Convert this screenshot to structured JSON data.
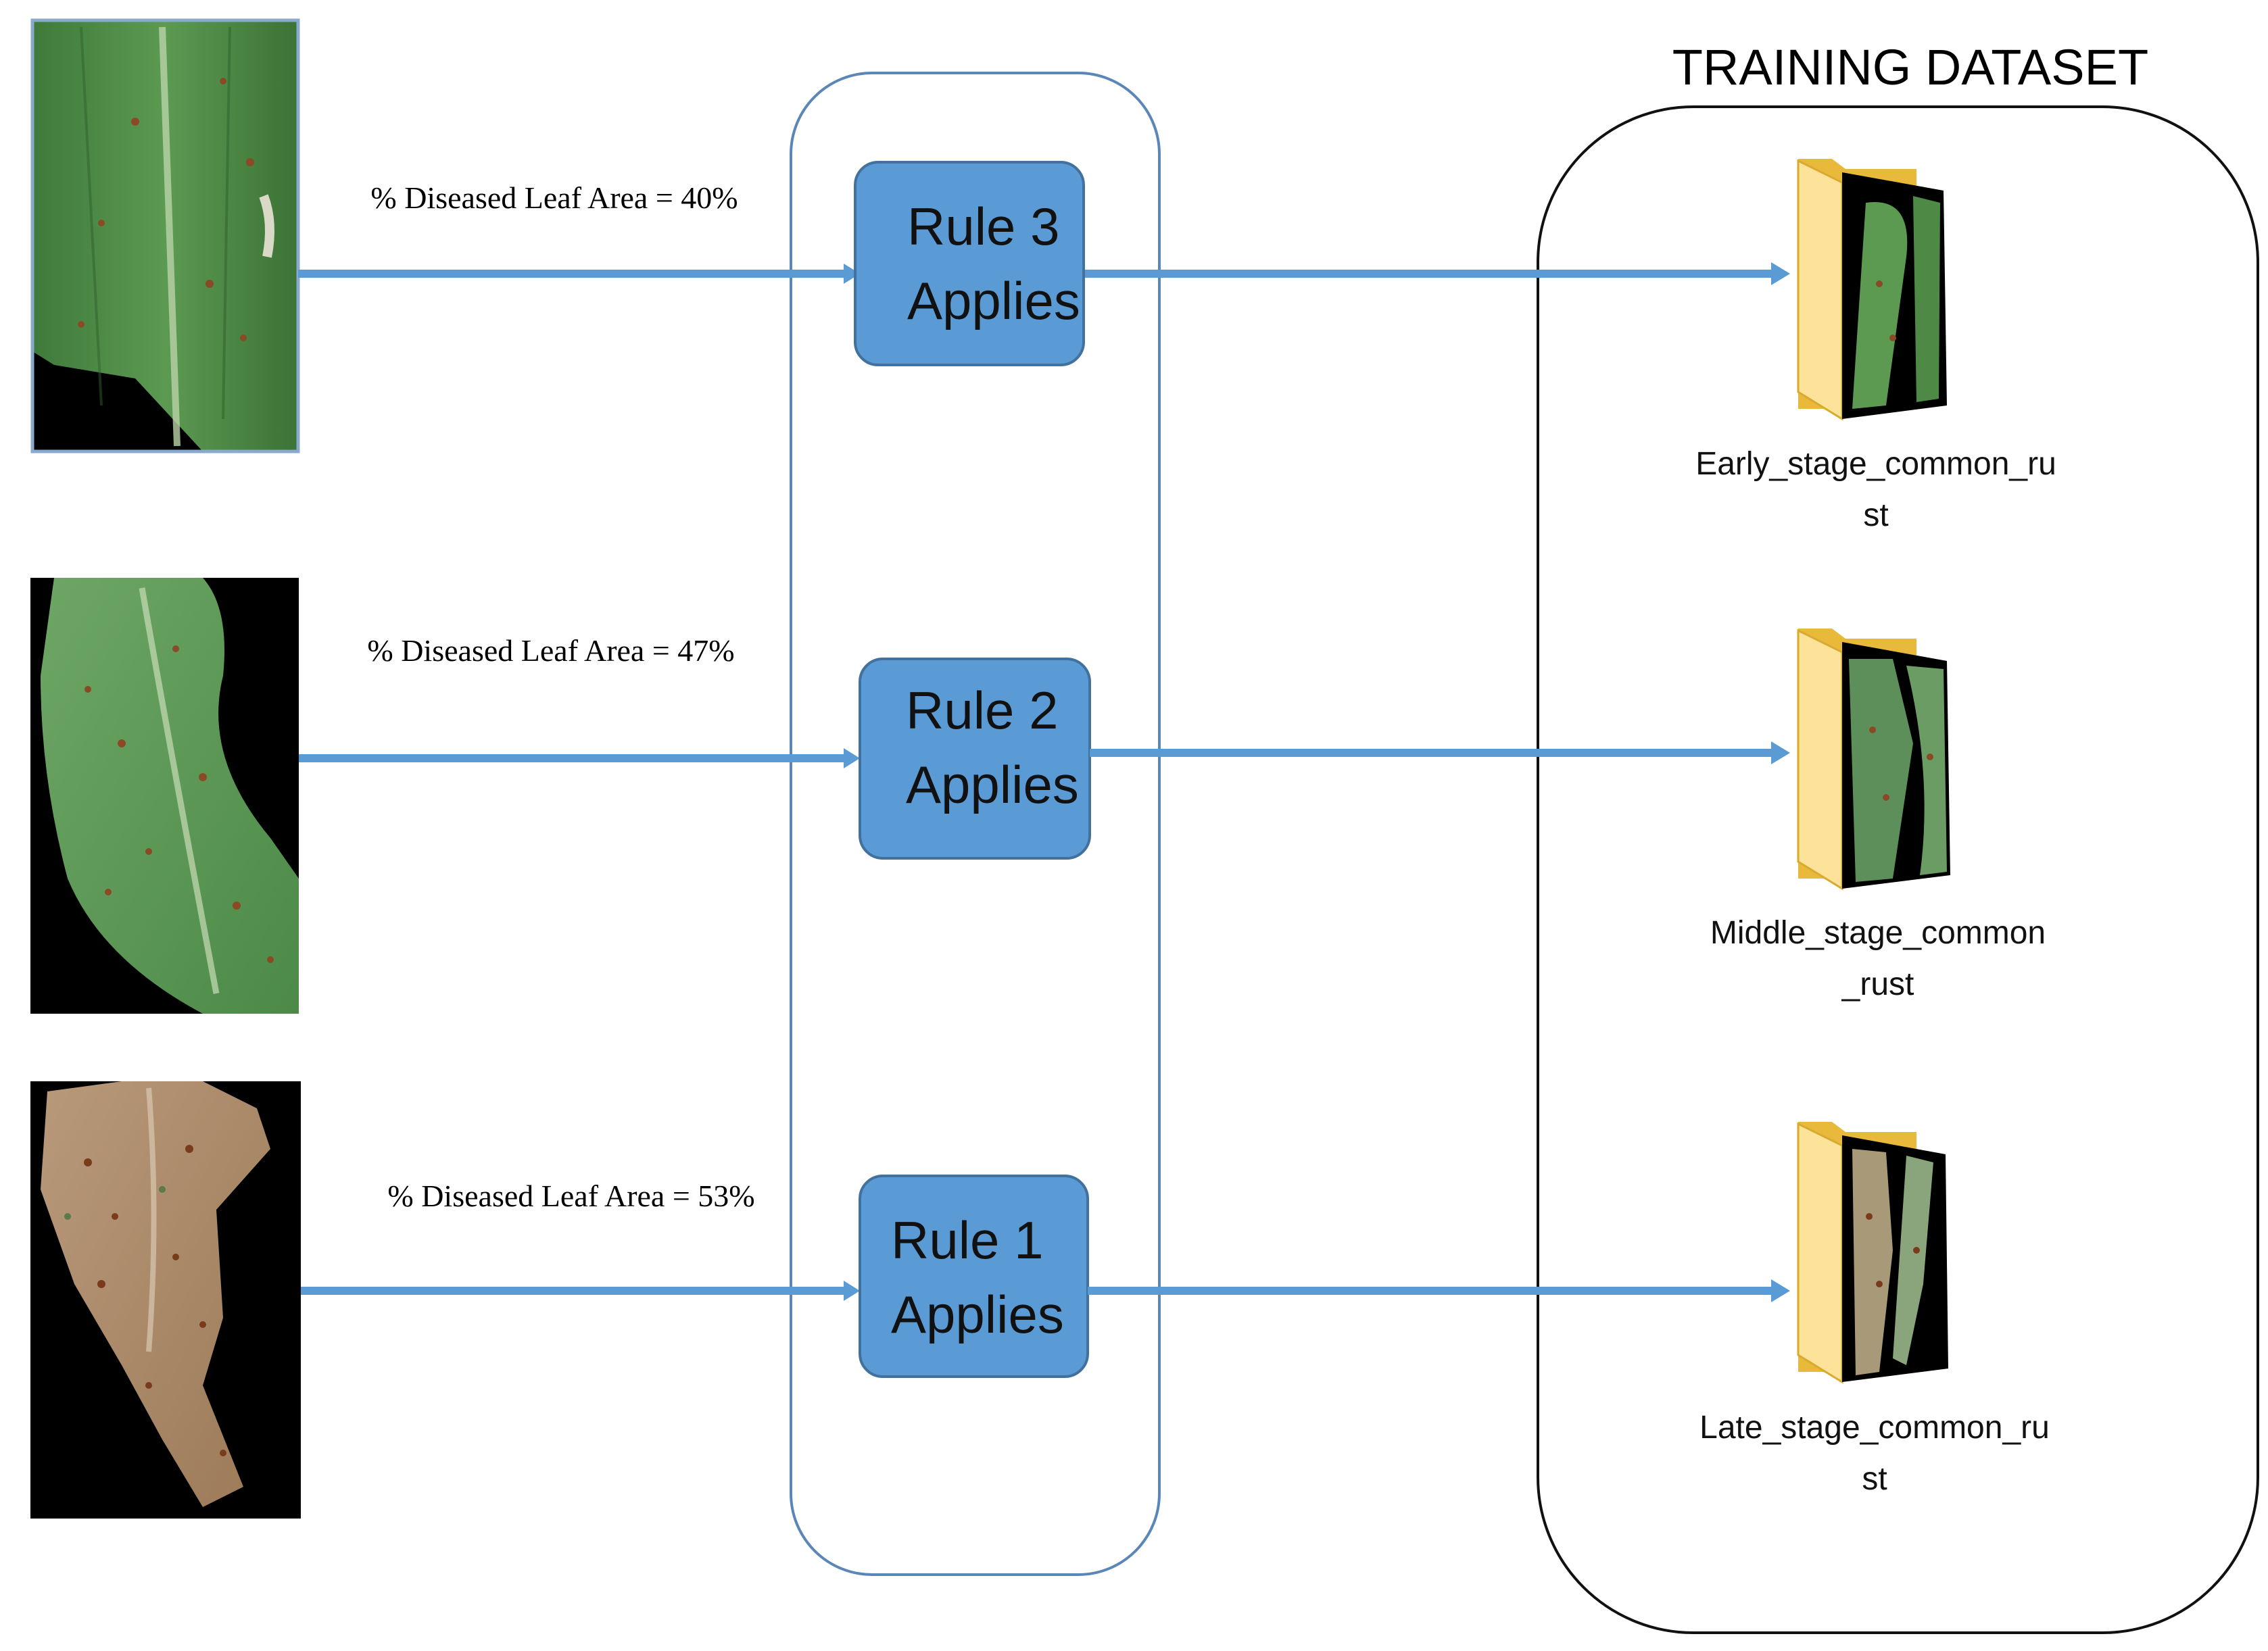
{
  "title": "TRAINING DATASET",
  "colors": {
    "accent": "#5b9bd5",
    "accent_border": "#41719c",
    "arrow": "#5b9bd5",
    "rule_panel_border": "#5a86b8",
    "dataset_border": "#111111",
    "folder_back": "#e8b93a",
    "folder_front": "#fde39a",
    "leaf_green": "#4e8a46",
    "leaf_dark": "#3a6b36",
    "leaf_brown": "#a58460",
    "photo_bg": "#000000"
  },
  "rows": [
    {
      "leaf_icon": "leaf-photo-early",
      "measurement": "% Diseased Leaf Area = 40%",
      "rule_line1": "Rule 3",
      "rule_line2": "Applies",
      "folder_icon": "folder-icon",
      "folder_name_line1": "Early_stage_common_ru",
      "folder_name_line2": "st"
    },
    {
      "leaf_icon": "leaf-photo-middle",
      "measurement": "% Diseased Leaf Area = 47%",
      "rule_line1": "Rule 2",
      "rule_line2": "Applies",
      "folder_icon": "folder-icon",
      "folder_name_line1": "Middle_stage_common",
      "folder_name_line2": "_rust"
    },
    {
      "leaf_icon": "leaf-photo-late",
      "measurement": "% Diseased Leaf Area = 53%",
      "rule_line1": "Rule 1",
      "rule_line2": "Applies",
      "folder_icon": "folder-icon",
      "folder_name_line1": "Late_stage_common_ru",
      "folder_name_line2": "st"
    }
  ]
}
